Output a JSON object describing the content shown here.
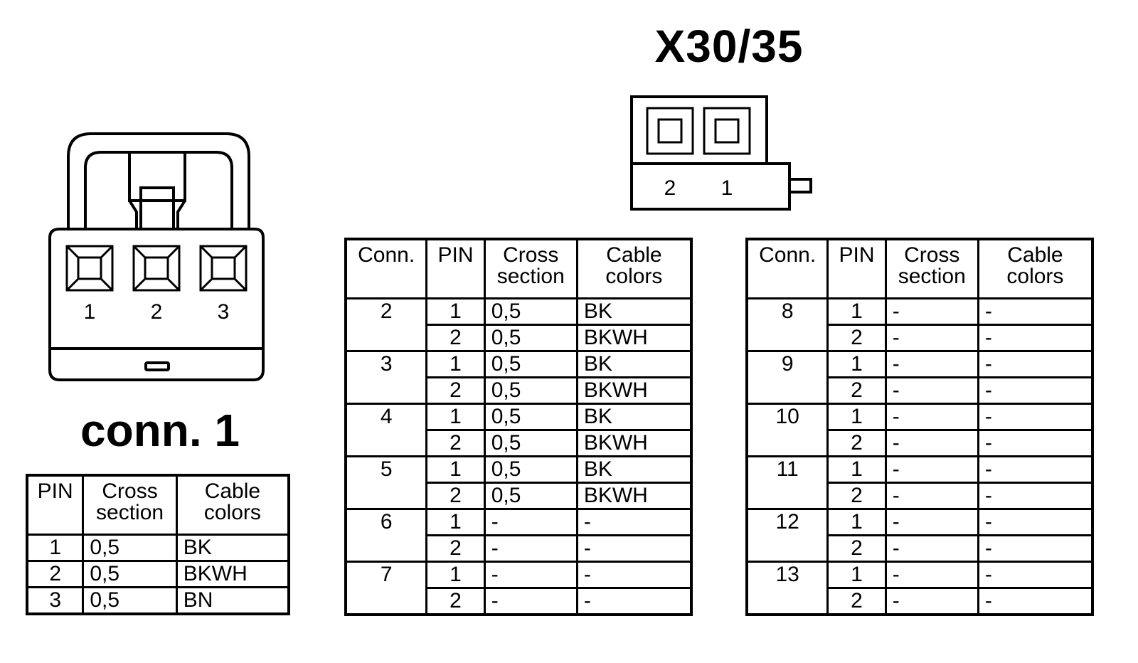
{
  "conn1": {
    "title": "conn. 1",
    "pin_labels": [
      "1",
      "2",
      "3"
    ],
    "table": {
      "headers": {
        "pin": [
          "PIN"
        ],
        "cross": [
          "Cross",
          "section"
        ],
        "colors": [
          "Cable",
          "colors"
        ]
      },
      "rows": [
        {
          "pin": "1",
          "cross": "0,5",
          "color": "BK"
        },
        {
          "pin": "2",
          "cross": "0,5",
          "color": "BKWH"
        },
        {
          "pin": "3",
          "cross": "0,5",
          "color": "BN"
        }
      ]
    }
  },
  "x30": {
    "title": "X30/35",
    "pin_labels": [
      "2",
      "1"
    ]
  },
  "table_left": {
    "headers": {
      "conn": [
        "Conn."
      ],
      "pin": [
        "PIN"
      ],
      "cross": [
        "Cross",
        "section"
      ],
      "colors": [
        "Cable",
        "colors"
      ]
    },
    "groups": [
      {
        "conn": "2",
        "rows": [
          {
            "pin": "1",
            "cross": "0,5",
            "color": "BK"
          },
          {
            "pin": "2",
            "cross": "0,5",
            "color": "BKWH"
          }
        ]
      },
      {
        "conn": "3",
        "rows": [
          {
            "pin": "1",
            "cross": "0,5",
            "color": "BK"
          },
          {
            "pin": "2",
            "cross": "0,5",
            "color": "BKWH"
          }
        ]
      },
      {
        "conn": "4",
        "rows": [
          {
            "pin": "1",
            "cross": "0,5",
            "color": "BK"
          },
          {
            "pin": "2",
            "cross": "0,5",
            "color": "BKWH"
          }
        ]
      },
      {
        "conn": "5",
        "rows": [
          {
            "pin": "1",
            "cross": "0,5",
            "color": "BK"
          },
          {
            "pin": "2",
            "cross": "0,5",
            "color": "BKWH"
          }
        ]
      },
      {
        "conn": "6",
        "rows": [
          {
            "pin": "1",
            "cross": "-",
            "color": "-"
          },
          {
            "pin": "2",
            "cross": "-",
            "color": "-"
          }
        ]
      },
      {
        "conn": "7",
        "rows": [
          {
            "pin": "1",
            "cross": "-",
            "color": "-"
          },
          {
            "pin": "2",
            "cross": "-",
            "color": "-"
          }
        ]
      }
    ]
  },
  "table_right": {
    "headers": {
      "conn": [
        "Conn."
      ],
      "pin": [
        "PIN"
      ],
      "cross": [
        "Cross",
        "section"
      ],
      "colors": [
        "Cable",
        "colors"
      ]
    },
    "groups": [
      {
        "conn": "8",
        "rows": [
          {
            "pin": "1",
            "cross": "-",
            "color": "-"
          },
          {
            "pin": "2",
            "cross": "-",
            "color": "-"
          }
        ]
      },
      {
        "conn": "9",
        "rows": [
          {
            "pin": "1",
            "cross": "-",
            "color": "-"
          },
          {
            "pin": "2",
            "cross": "-",
            "color": "-"
          }
        ]
      },
      {
        "conn": "10",
        "rows": [
          {
            "pin": "1",
            "cross": "-",
            "color": "-"
          },
          {
            "pin": "2",
            "cross": "-",
            "color": "-"
          }
        ]
      },
      {
        "conn": "11",
        "rows": [
          {
            "pin": "1",
            "cross": "-",
            "color": "-"
          },
          {
            "pin": "2",
            "cross": "-",
            "color": "-"
          }
        ]
      },
      {
        "conn": "12",
        "rows": [
          {
            "pin": "1",
            "cross": "-",
            "color": "-"
          },
          {
            "pin": "2",
            "cross": "-",
            "color": "-"
          }
        ]
      },
      {
        "conn": "13",
        "rows": [
          {
            "pin": "1",
            "cross": "-",
            "color": "-"
          },
          {
            "pin": "2",
            "cross": "-",
            "color": "-"
          }
        ]
      }
    ]
  }
}
